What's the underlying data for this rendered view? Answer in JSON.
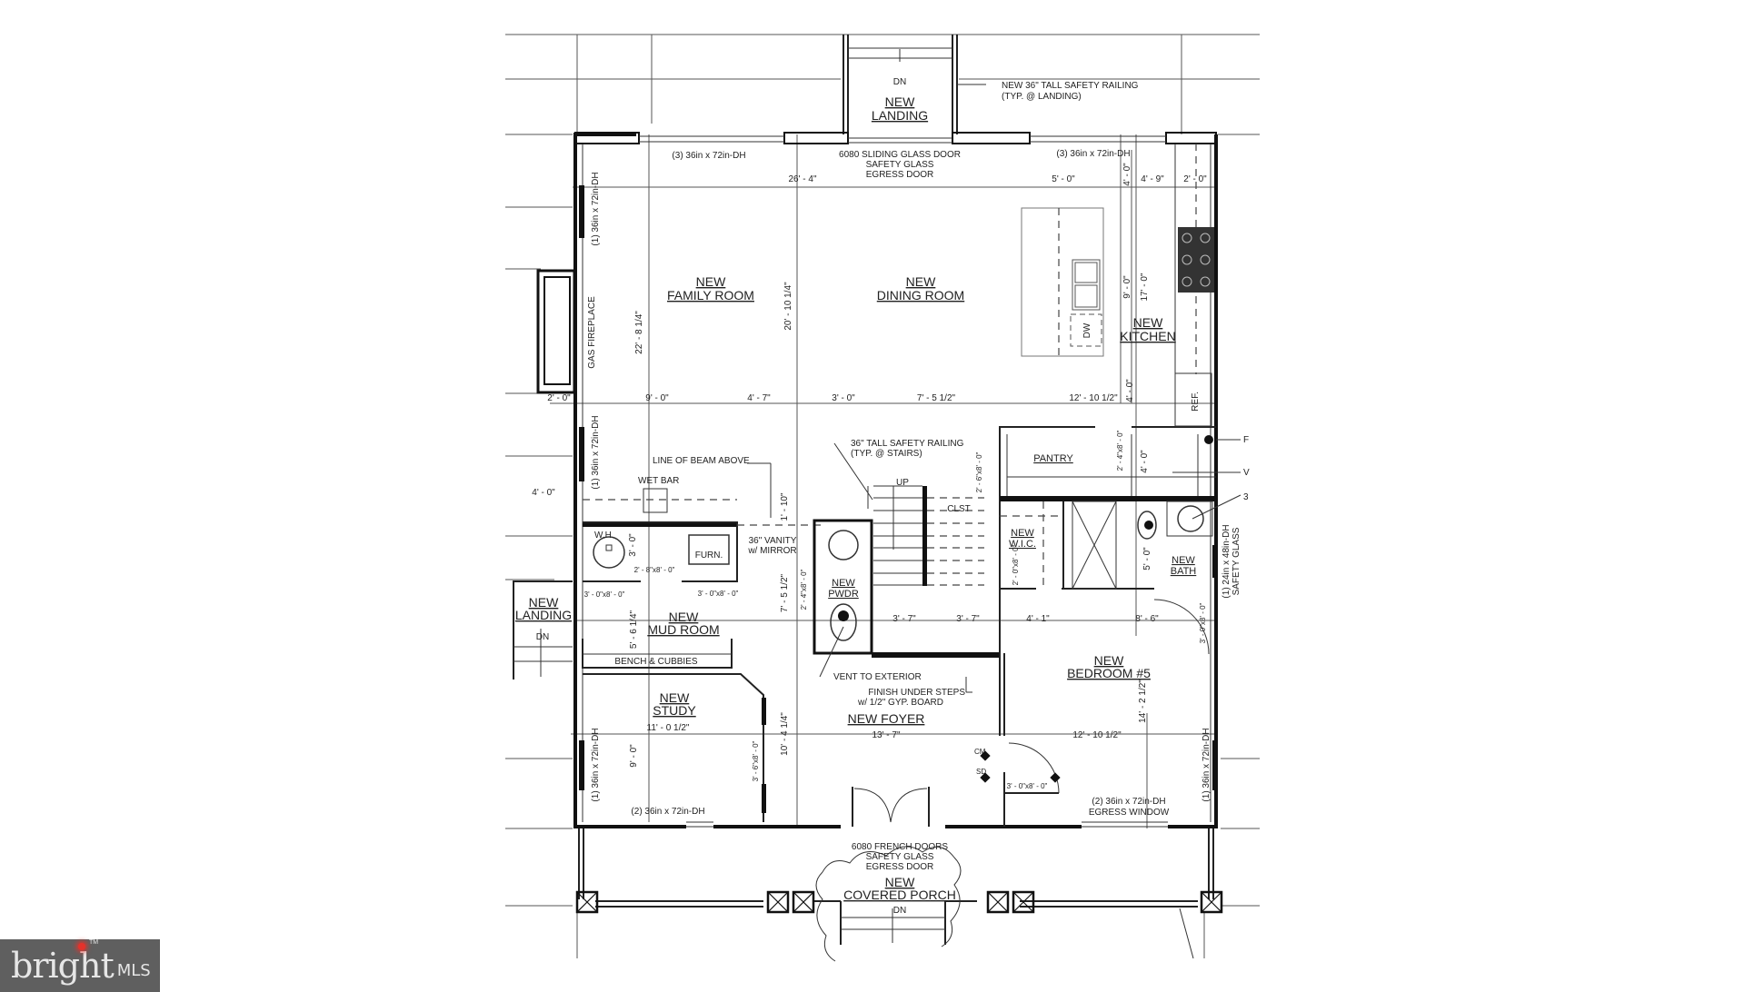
{
  "rooms": {
    "landing_top": [
      "NEW",
      "LANDING"
    ],
    "family_room": [
      "NEW",
      "FAMILY ROOM"
    ],
    "dining_room": [
      "NEW",
      "DINING ROOM"
    ],
    "kitchen": [
      "NEW",
      "KITCHEN"
    ],
    "pantry": "PANTRY",
    "wic": [
      "NEW",
      "W.I.C."
    ],
    "bath": [
      "NEW",
      "BATH"
    ],
    "pwdr": [
      "NEW",
      "PWDR"
    ],
    "mud_room": [
      "NEW",
      "MUD ROOM"
    ],
    "landing_side": [
      "NEW",
      "LANDING"
    ],
    "study": [
      "NEW",
      "STUDY"
    ],
    "foyer": "NEW FOYER",
    "bedroom5": [
      "NEW",
      "BEDROOM #5"
    ],
    "porch": [
      "NEW",
      "COVERED PORCH"
    ]
  },
  "annotations": {
    "landing_railing": [
      "NEW 36\" TALL SAFETY RAILING",
      "(TYP. @ LANDING)"
    ],
    "sliding_door": [
      "6080 SLIDING GLASS DOOR",
      "SAFETY GLASS",
      "EGRESS DOOR"
    ],
    "window_top_left": "(3) 36in x 72in-DH",
    "window_top_right": "(3) 36in x 72in-DH",
    "window_left_upper": "(1) 36in x 72in-DH",
    "window_left_mid": "(1) 36in x 72in-DH",
    "window_left_lower": "(1) 36in x 72in-DH",
    "window_right_lower": "(1) 36in x 72in-DH",
    "window_bath": [
      "(1) 24in x 48in-DH",
      "SAFETY GLASS"
    ],
    "window_study_bottom": "(2) 36in x 72in-DH",
    "window_bedroom_bottom": [
      "(2) 36in x 72in-DH",
      "EGRESS WINDOW"
    ],
    "gas_fireplace": "GAS FIREPLACE",
    "stairs_railing": [
      "36\" TALL SAFETY RAILING",
      "(TYP. @ STAIRS)"
    ],
    "beam": "LINE OF BEAM ABOVE",
    "wet_bar": "WET BAR",
    "wh": "W.H.",
    "furn": "FURN.",
    "vanity": [
      "36\" VANITY",
      "w/ MIRROR"
    ],
    "up": "UP",
    "clst": "CLST",
    "dn_top": "DN",
    "dn_side": "DN",
    "dn_porch": "DN",
    "bench": "BENCH & CUBBIES",
    "vent": "VENT TO EXTERIOR",
    "finish_steps": [
      "FINISH UNDER STEPS",
      "w/ 1/2\" GYP. BOARD"
    ],
    "french_doors": [
      "6080 FRENCH DOORS",
      "SAFETY GLASS",
      "EGRESS DOOR"
    ],
    "dw": "DW",
    "ref": "REF.",
    "cm": "CM",
    "sd": "SD",
    "callout_f": "F",
    "callout_v": "V",
    "callout_3": "3"
  },
  "dimensions": {
    "d_26_4": "26' - 4\"",
    "d_5_0": "5' - 0\"",
    "d_4_0_top": "4' - 0\"",
    "d_4_9": "4' - 9\"",
    "d_2_0_top": "2' - 0\"",
    "d_9_0_k": "9' - 0\"",
    "d_17_0": "17' - 0\"",
    "d_22_8": "22' - 8 1/4\"",
    "d_20_10": "20' - 10 1/4\"",
    "d_2_0_left": "2' - 0\"",
    "d_9_0": "9' - 0\"",
    "d_4_7": "4' - 7\"",
    "d_3_0": "3' - 0\"",
    "d_7_5": "7' - 5 1/2\"",
    "d_12_10_top": "12' - 10 1/2\"",
    "d_4_0_k2": "4' - 0\"",
    "d_4_0_p": "4' - 0\"",
    "d_4_0_left": "4' - 0\"",
    "d_1_10": "1' - 10\"",
    "d_3_0_wh": "3' - 0\"",
    "d_door_2_8": "2' - 8\"x8' - 0\"",
    "d_door_3_0_a": "3' - 0\"x8' - 0\"",
    "d_door_3_0_b": "3' - 0\"x8' - 0\"",
    "d_5_6": "5' - 6 1/4\"",
    "d_7_5_v": "7' - 5 1/2\"",
    "d_door_2_4": "2' - 4\"x8' - 0\"",
    "d_door_2_6": "2' - 6\"x8' - 0\"",
    "d_door_2_4_p": "2' - 4\"x8' - 0\"",
    "d_door_2_0": "2' - 0\"x8' - 0\"",
    "d_5_0_b": "5' - 0\"",
    "d_door_3_0_bath": "3' - 0\"x8' - 0\"",
    "d_3_7_a": "3' - 7\"",
    "d_3_7_b": "3' - 7\"",
    "d_4_1": "4' - 1\"",
    "d_8_6": "8' - 6\"",
    "d_11_0": "11' - 0 1/2\"",
    "d_9_0_study": "9' - 0\"",
    "d_door_3_6": "3' - 6\"x8' - 0\"",
    "d_10_4": "10' - 4 1/4\"",
    "d_13_7": "13' - 7\"",
    "d_12_10_bed": "12' - 10 1/2\"",
    "d_14_2": "14' - 2 1/2\"",
    "d_door_3_0_bed": "3' - 0\"x8' - 0\""
  },
  "logo": {
    "word": "bright",
    "mls": "MLS",
    "tm": "TM",
    "spark_color": "#e4322b"
  }
}
